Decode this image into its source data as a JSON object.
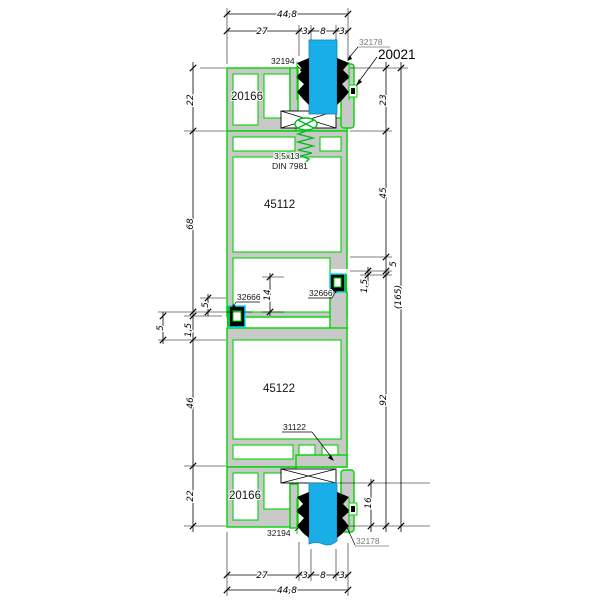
{
  "drawing": {
    "type": "aluminum-profile-cross-section",
    "colors": {
      "profile_outline": "#00d500",
      "aluminum_fill": "#c9c9c9",
      "glass": "#1aaee8",
      "gasket": "#000000",
      "connector_accent": "#00e0ff",
      "screw": "#00bb22",
      "dimension_text": "#000000",
      "gray_label": "#7a7a7a"
    },
    "labels": {
      "frame_top": "20166",
      "sash_top": "45112",
      "sash_bottom": "45122",
      "frame_bottom": "20166",
      "bead_clip": "20021",
      "gasket_top_left": "32194",
      "gasket_top_right": "32178",
      "gasket_bottom_left": "32194",
      "gasket_bottom_right": "32178",
      "connector_left": "32666",
      "connector_right": "32666",
      "coupling_bottom": "31122",
      "screw_size": "3,5x13",
      "screw_standard": "DIN 7981"
    },
    "dimensions": {
      "top": {
        "overall": "44,8",
        "left_part": "27",
        "seg1": "3",
        "seg2": "8",
        "seg3": "3"
      },
      "bottom": {
        "overall": "44,8",
        "left_part": "27",
        "seg1": "3",
        "seg2": "8",
        "seg3": "3"
      },
      "left": {
        "d22_top": "22",
        "d68": "68",
        "d5_inner": "5",
        "d1_5": "1,5",
        "d5_outer": "5",
        "d46": "46",
        "d22_bottom": "22"
      },
      "right": {
        "d23": "23",
        "d45": "45",
        "d5": "5",
        "d1_5": "1,5",
        "d165": "(165)",
        "d92": "92",
        "d16": "16"
      },
      "center": {
        "d14": "14"
      }
    }
  }
}
